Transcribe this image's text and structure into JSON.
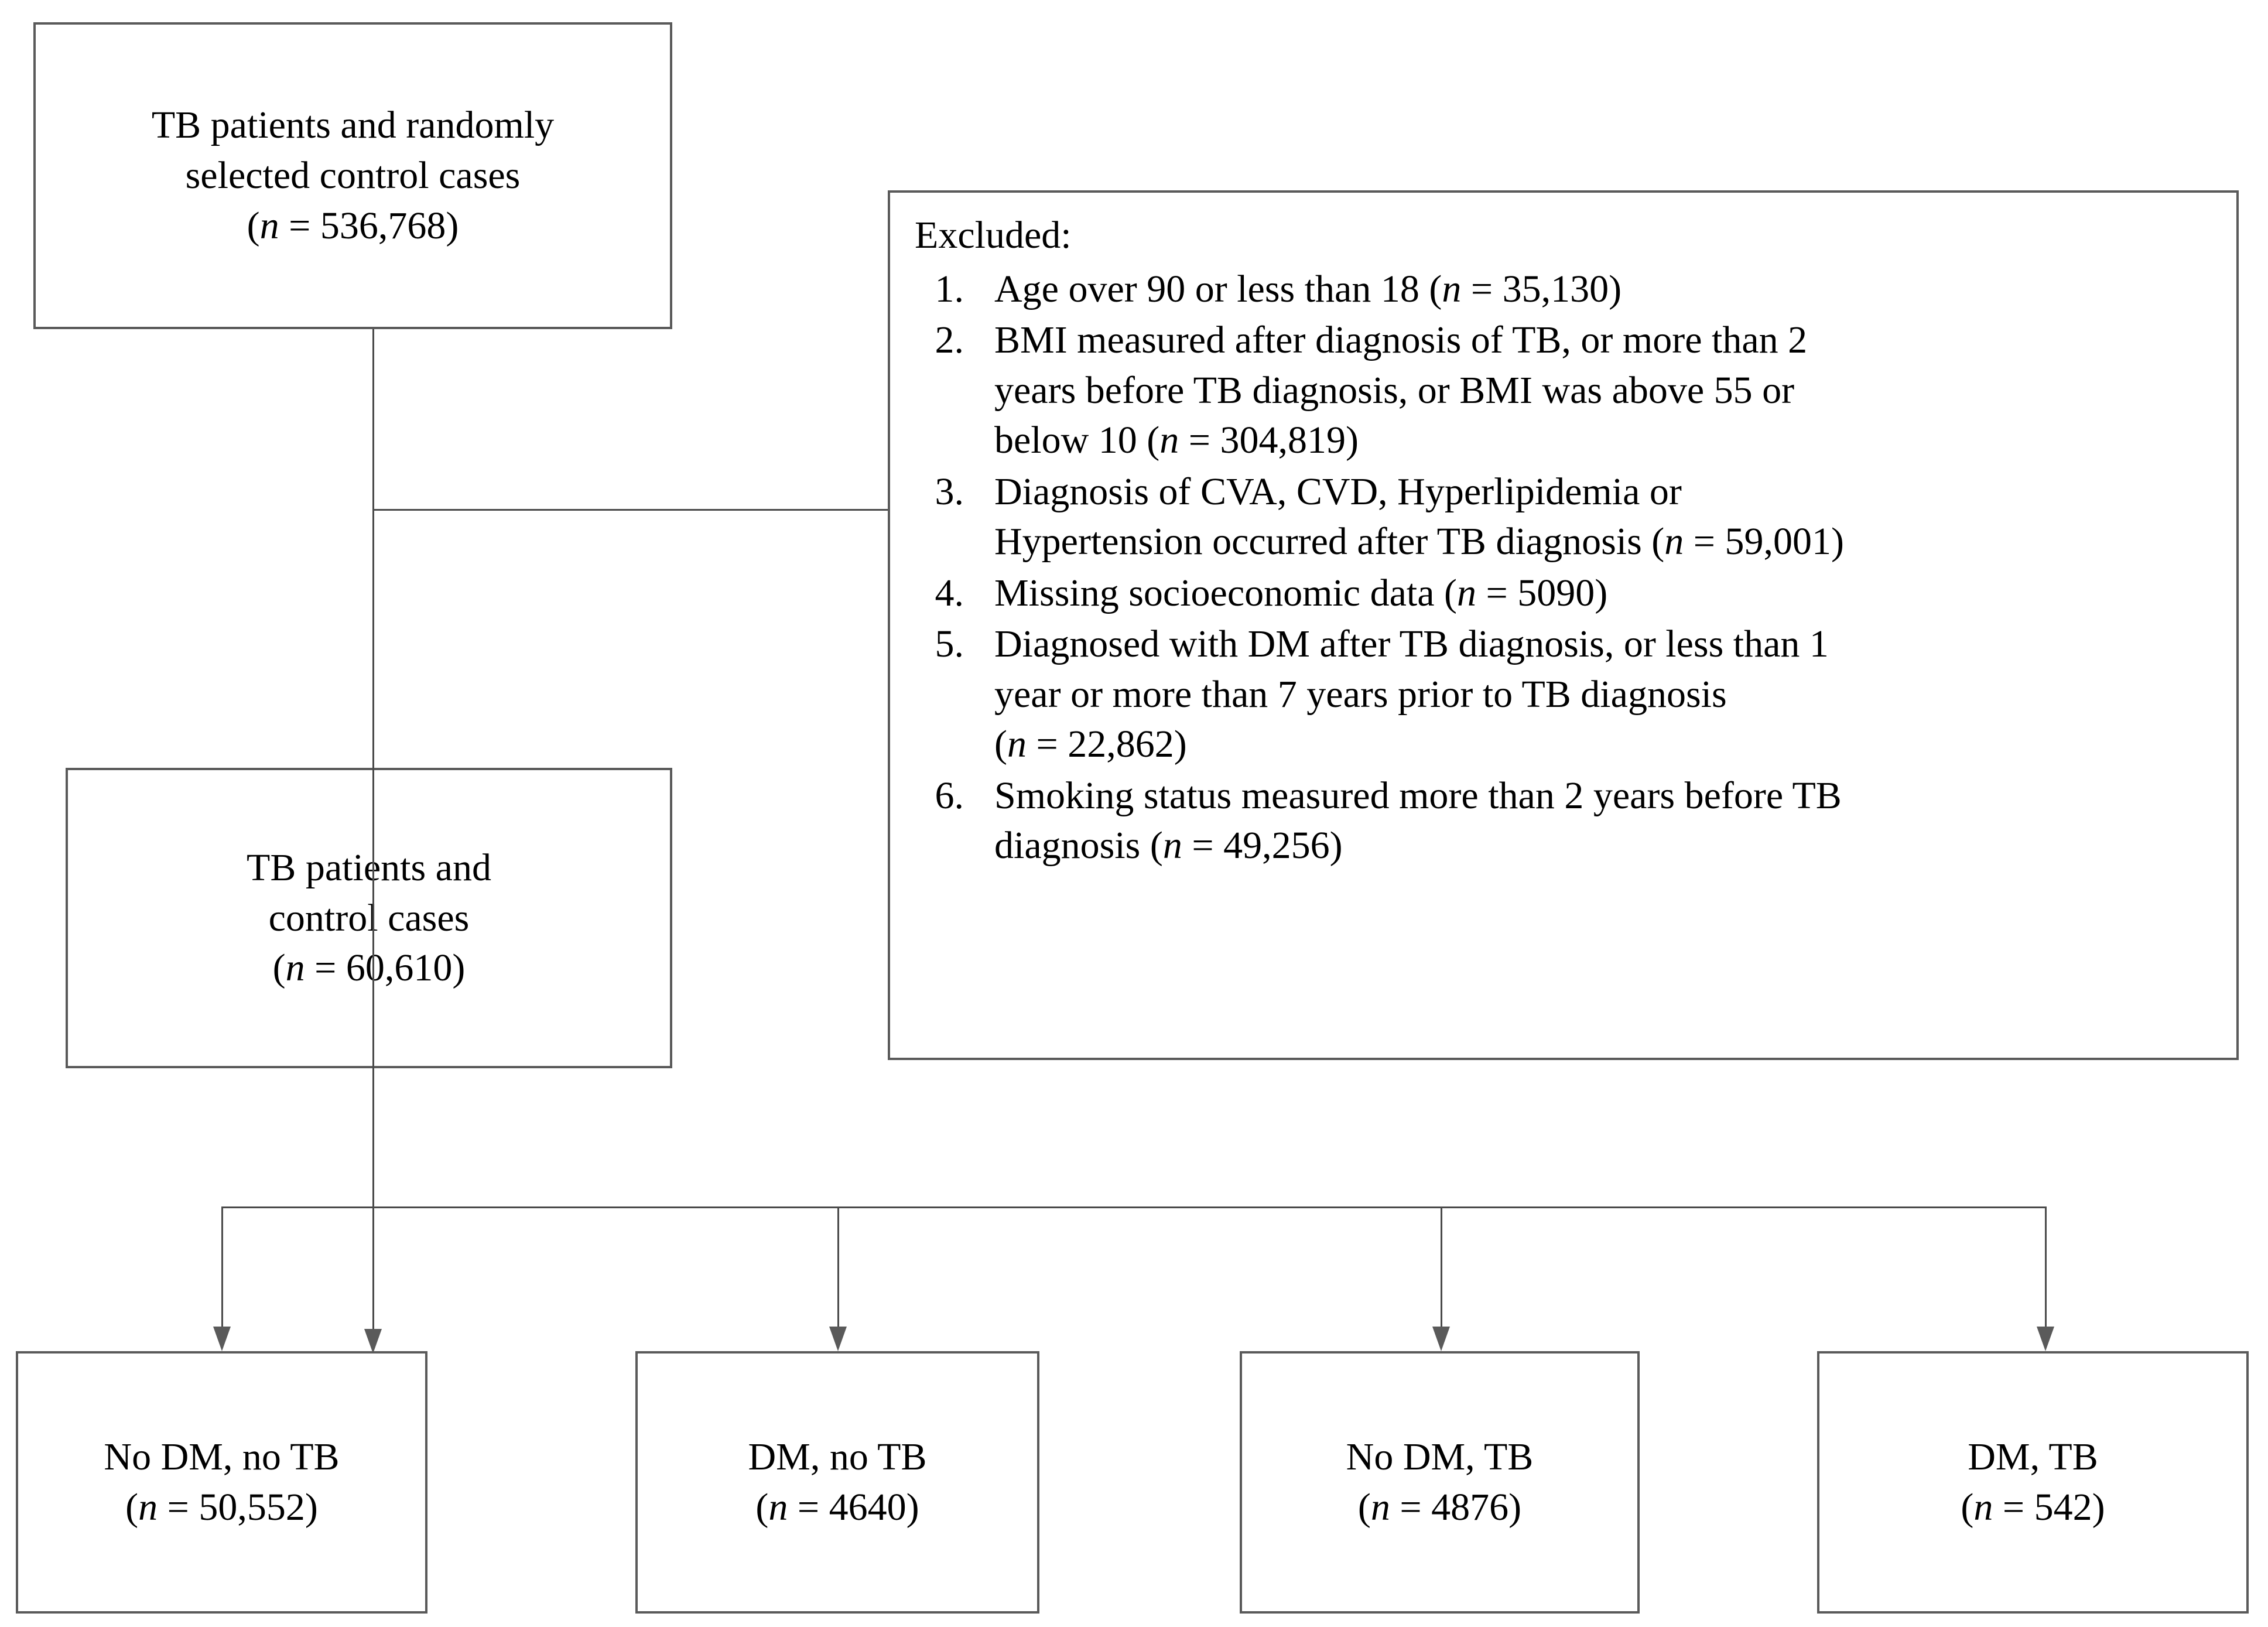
{
  "figure": {
    "type": "flowchart",
    "orientation": "top-down",
    "title": "Study population selection flow diagram"
  },
  "nodes": {
    "source_cohort": {
      "id": "source-cohort",
      "lines": [
        "TB patients and",
        "selected control cases",
        "randomly"
      ],
      "line1": "TB patients and randomly",
      "line2": "selected control cases",
      "count_label": "(n = 536,768)",
      "n_prefix": "(",
      "n_symbol": "n",
      "n_equals": " = ",
      "n_value": "536,768",
      "n_suffix": ")"
    },
    "analytic_cohort": {
      "id": "analytic-cohort",
      "line1": "TB patients and",
      "line2": "control cases",
      "count_label": "(n = 60,610)",
      "n_symbol": "n",
      "n_value": "60,610"
    },
    "group_no_dm_no_tb": {
      "id": "no-dm-no-tb",
      "line1": "No DM, no TB",
      "count_label": "(n = 50,552)",
      "n_symbol": "n",
      "n_value": "50,552"
    },
    "group_dm_no_tb": {
      "id": "dm-no-tb",
      "line1": "DM, no TB",
      "count_label": "(n = 4640)",
      "n_symbol": "n",
      "n_value": "4640"
    },
    "group_no_dm_tb": {
      "id": "no-dm-tb",
      "line1": "No DM, TB",
      "count_label": "(n = 4876)",
      "n_symbol": "n",
      "n_value": "4876"
    },
    "group_dm_tb": {
      "id": "dm-tb",
      "line1": "DM, TB",
      "count_label": "(n = 542)",
      "n_symbol": "n",
      "n_value": "542"
    }
  },
  "exclusions": {
    "title": "Excluded:",
    "items": [
      {
        "number": "1.",
        "lines": [
          "Age over 90 or less than 18 (n = 35,130)"
        ],
        "text": "Age over 90 or less than 18 (n = 35,130)",
        "n_value": "35,130"
      },
      {
        "number": "2.",
        "lines": [
          "BMI measured after diagnosis of TB, or more than 2",
          "years before TB diagnosis, or BMI was above 55 or",
          "below 10 (n = 304,819)"
        ],
        "text": "BMI measured after diagnosis of TB, or more than 2 years before TB diagnosis, or BMI was above 55 or below 10 (n = 304,819)",
        "n_value": "304,819"
      },
      {
        "number": "3.",
        "lines": [
          "Diagnosis of CVA, CVD, Hyperlipidemia or",
          "Hypertension occurred after TB diagnosis (n = 59,001)"
        ],
        "text": "Diagnosis of CVA, CVD, Hyperlipidemia or Hypertension occurred after TB diagnosis (n = 59,001)",
        "n_value": "59,001"
      },
      {
        "number": "4.",
        "lines": [
          "Missing socioeconomic data (n = 5090)"
        ],
        "text": "Missing socioeconomic data (n = 5090)",
        "n_value": "5090"
      },
      {
        "number": "5.",
        "lines": [
          "Diagnosed with DM after TB diagnosis, or less than 1",
          "year or more than 7 years prior to TB diagnosis",
          "(n = 22,862)"
        ],
        "text": "Diagnosed with DM after TB diagnosis, or less than 1 year or more than 7 years prior to TB diagnosis (n = 22,862)",
        "n_value": "22,862"
      },
      {
        "number": "6.",
        "lines": [
          "Smoking status measured more than 2 years before TB",
          "diagnosis (n = 49,256)"
        ],
        "text": "Smoking status measured more than 2 years before TB diagnosis (n = 49,256)",
        "n_value": "49,256"
      }
    ]
  },
  "style": {
    "box_border_color": "#5a5a5a",
    "connector_color": "#4a4a4a",
    "text_color": "#000000",
    "background": "#ffffff"
  }
}
